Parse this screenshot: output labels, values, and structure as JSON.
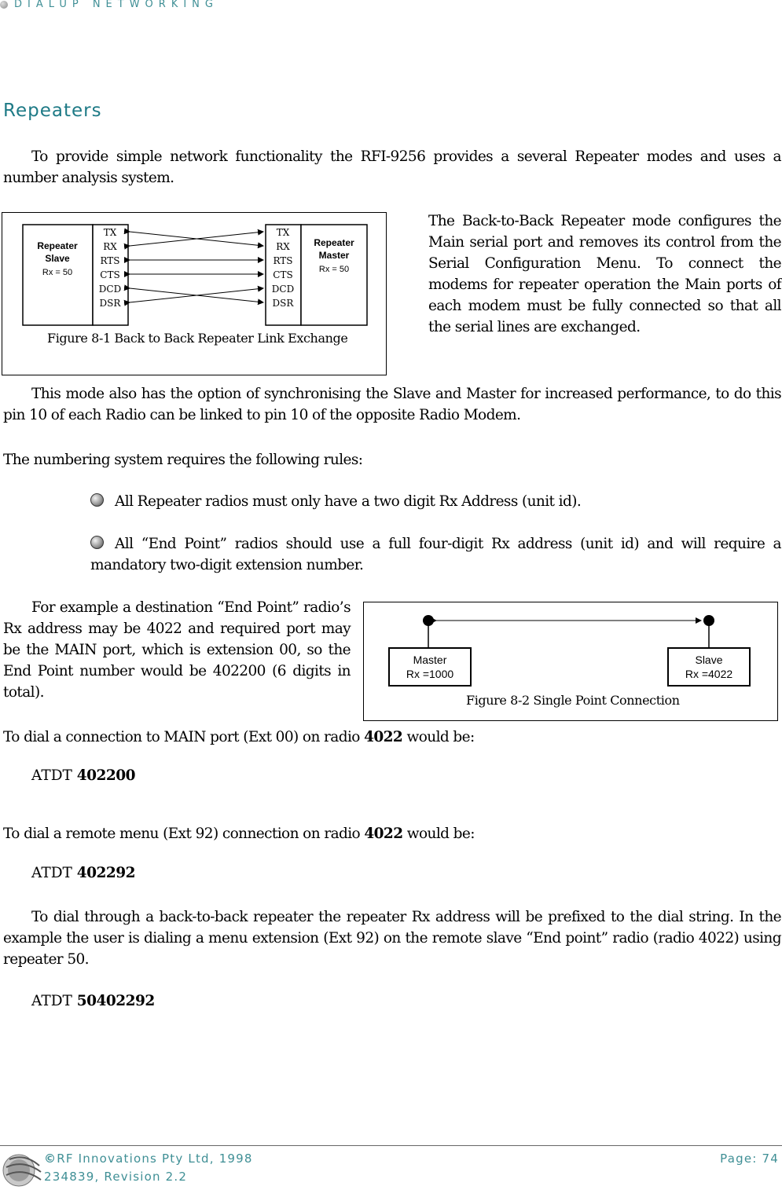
{
  "header": {
    "section": "DIALUP NETWORKING"
  },
  "heading": "Repeaters",
  "intro": "To provide simple network functionality the RFI-9256 provides a several Repeater modes and uses a number analysis system.",
  "b2b_text": "The Back-to-Back Repeater mode configures the Main serial port and removes its control from the Serial Configuration Menu. To connect the modems for repeater operation the Main ports of each modem must be fully connected so that all the serial lines are exchanged.",
  "figure1": {
    "caption": "Figure 8-1 Back to Back Repeater Link Exchange",
    "left_box": {
      "title1": "Repeater",
      "title2": "Slave",
      "rx": "Rx = 50"
    },
    "right_box": {
      "title1": "Repeater",
      "title2": "Master",
      "rx": "Rx = 50"
    },
    "left_signals": [
      "TX",
      "RX",
      "RTS",
      "CTS",
      "DCD",
      "DSR"
    ],
    "right_signals": [
      "TX",
      "RX",
      "RTS",
      "CTS",
      "DCD",
      "DSR"
    ]
  },
  "sync_text": "This mode also has the option of synchronising the Slave and Master for increased performance, to do this pin 10 of each Radio can be linked to pin 10 of the opposite Radio Modem.",
  "rules_intro": "The numbering system requires the following rules:",
  "rules": [
    "All Repeater radios must only have a two digit Rx Address (unit id).",
    "All “End Point” radios should use a full four-digit Rx address (unit id) and will require a mandatory two-digit extension number."
  ],
  "example_text": "For example a destination “End Point” radio’s Rx address may be 4022 and required port may be the MAIN port, which is extension 00, so the End Point number would be 402200 (6 digits in total).",
  "figure2": {
    "caption": "Figure 8-2 Single Point Connection",
    "master": {
      "title": "Master",
      "rx": "Rx =1000"
    },
    "slave": {
      "title": "Slave",
      "rx": "Rx =4022"
    }
  },
  "dial_main": {
    "pre": "To dial a connection to MAIN port (Ext 00) on radio ",
    "radio": "4022",
    "post": " would be:"
  },
  "cmd1": {
    "prefix": "ATDT ",
    "value": "402200"
  },
  "dial_menu": {
    "pre": "To dial a remote menu (Ext 92) connection on radio ",
    "radio": "4022",
    "post": " would be:"
  },
  "cmd2": {
    "prefix": "ATDT ",
    "value": "402292"
  },
  "repeater_text": "To dial through a back-to-back repeater the repeater Rx address will be prefixed to the dial string. In the example the user is dialing a menu extension (Ext 92) on the remote slave “End point” radio (radio 4022) using repeater 50.",
  "cmd3": {
    "prefix": "ATDT ",
    "value": "50402292"
  },
  "footer": {
    "copyright_symbol": "©",
    "company": "RF Innovations Pty Ltd, 1998",
    "doc": "234839, Revision 2.2",
    "page": "Page: 74"
  },
  "colors": {
    "accent": "#3f8f95",
    "heading": "#1e7a86"
  }
}
